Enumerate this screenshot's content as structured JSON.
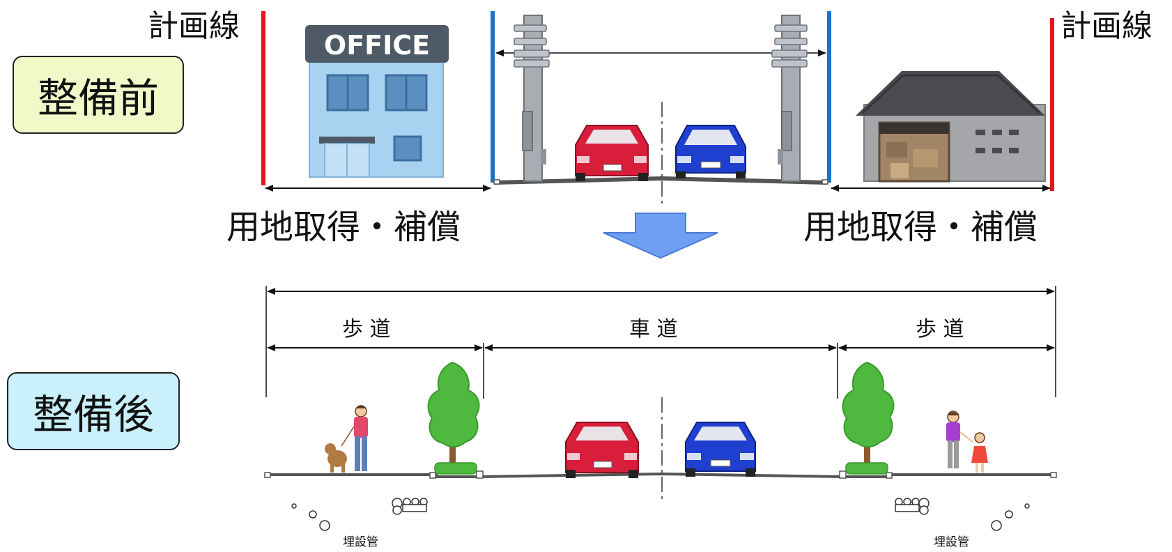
{
  "before": {
    "badge": "整備前",
    "plan_line_label_left": "計画線",
    "plan_line_label_right": "計画線",
    "land_acquisition_label_left": "用地取得・補償",
    "land_acquisition_label_right": "用地取得・補償",
    "office_sign": "OFFICE"
  },
  "after": {
    "badge": "整備後",
    "sidewalk_left_label": "歩 道",
    "roadway_label": "車 道",
    "sidewalk_right_label": "歩 道",
    "buried_pipe_label_left": "埋設管",
    "buried_pipe_label_right": "埋設管"
  },
  "colors": {
    "plan_line": "#e8141c",
    "road_edge": "#1a73c8",
    "arrow_fill": "#6f9ff2",
    "badge_before_bg": "#f0fac8",
    "badge_after_bg": "#c9f0fb",
    "red_car": "#d81e3a",
    "blue_car": "#1f3fd0",
    "tree": "#4fb83e"
  }
}
